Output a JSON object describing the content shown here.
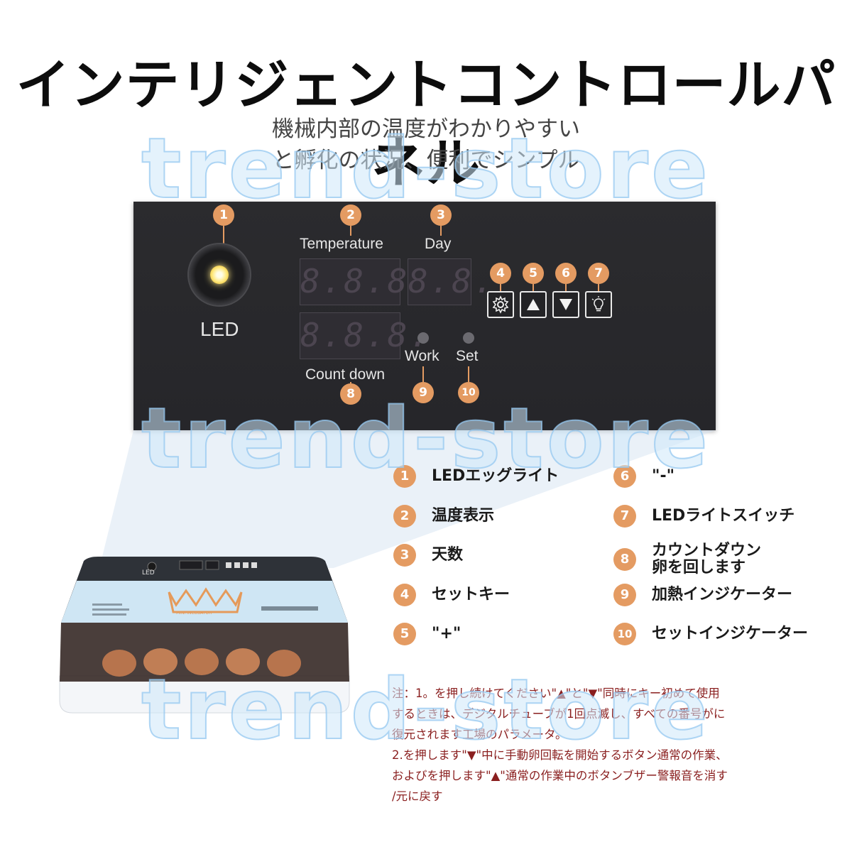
{
  "title": "インテリジェントコントロールパネル",
  "subtitle": {
    "line1": "機械内部の温度がわかりやすい",
    "line2": "と孵化の状況、便利でシンプル"
  },
  "panel": {
    "led_label": "LED",
    "temperature_label": "Temperature",
    "day_label": "Day",
    "countdown_label": "Count down",
    "work_label": "Work",
    "set_label": "Set",
    "temperature_display": "8.8.8.",
    "day_display": "8.8.",
    "countdown_display": "8.8.8.",
    "badges": [
      "1",
      "2",
      "3",
      "4",
      "5",
      "6",
      "7",
      "8",
      "9",
      "10"
    ]
  },
  "legend": [
    {
      "num": "1",
      "text": "LEDエッグライト"
    },
    {
      "num": "2",
      "text": "温度表示"
    },
    {
      "num": "3",
      "text": "天数"
    },
    {
      "num": "4",
      "text": "セットキー"
    },
    {
      "num": "5",
      "text": "\"+\""
    },
    {
      "num": "6",
      "text": "\"-\""
    },
    {
      "num": "7",
      "text": "LEDライトスイッチ"
    },
    {
      "num": "8",
      "text": "カウントダウン",
      "text2": "卵を回します"
    },
    {
      "num": "9",
      "text": "加熱インジケーター"
    },
    {
      "num": "10",
      "text": "セットインジケーター"
    }
  ],
  "note": {
    "line1": "注：1。を押し続けてください\"▲\"と\"▼\"同時にキー初めて使用",
    "line2": "するときは、デジタルチューブが1回点滅し、すべての番号がに",
    "line3": "復元されます工場のパラメータ。",
    "line4": "2.を押します\"▼\"中に手動卵回転を開始するボタン通常の作業、",
    "line5": "およびを押します\"▲\"通常の作業中のボタンブザー警報音を消す",
    "line6": "/元に戻す"
  },
  "incubator": {
    "led_label": "LED",
    "brand_label": "MINI INCUBATOR"
  },
  "watermark": "trend-store",
  "colors": {
    "badge": "#e49b62",
    "panel": "#2a2a2d",
    "note": "#8a1f1f",
    "watermark": "#cde8fa"
  },
  "icons": [
    "gear-icon",
    "up-arrow-icon",
    "down-arrow-icon",
    "light-bulb-icon"
  ]
}
